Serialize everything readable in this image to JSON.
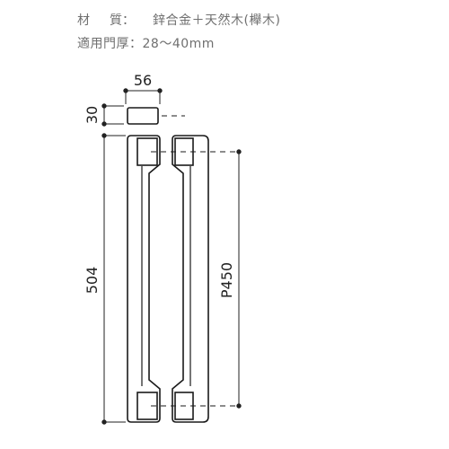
{
  "specs": {
    "material": {
      "label_char1": "材",
      "label_char2": "質：",
      "value": "鋅合金＋天然木(櫸木)"
    },
    "door_thickness": {
      "label": "適用門厚：",
      "value": "28～40mm"
    }
  },
  "dimensions": {
    "width": "56",
    "height_top": "30",
    "total_length": "504",
    "pitch": "P450"
  },
  "colors": {
    "line": "#1a1a1a",
    "dim_line": "#222222",
    "text": "#6f6f6f"
  }
}
